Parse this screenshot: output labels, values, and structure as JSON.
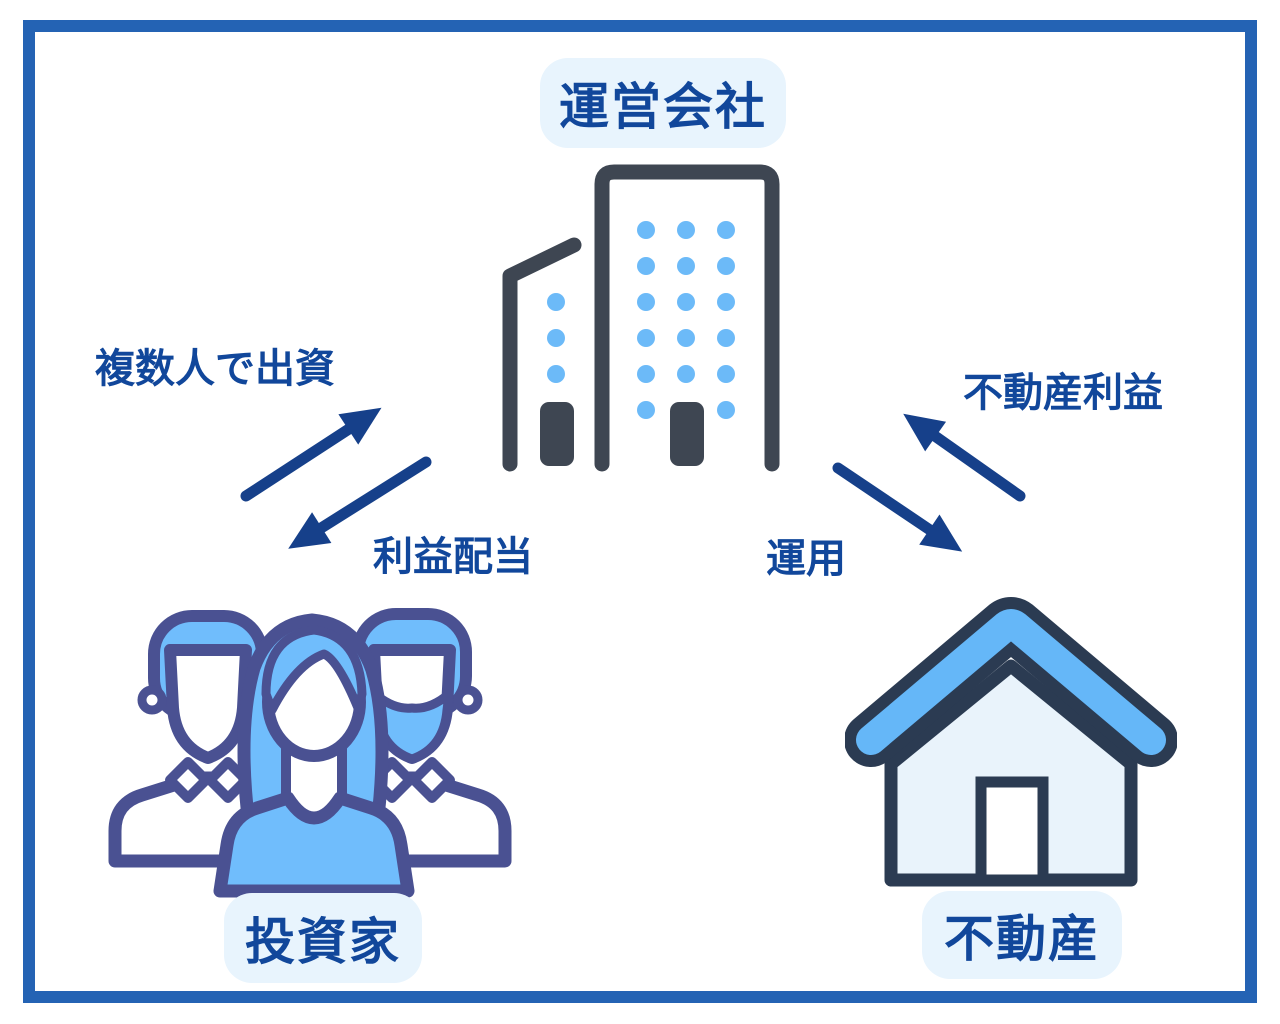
{
  "nodes": {
    "company": {
      "label": "運営会社",
      "icon": "building-icon"
    },
    "investors": {
      "label": "投資家",
      "icon": "people-icon"
    },
    "real_estate": {
      "label": "不動産",
      "icon": "house-icon"
    }
  },
  "flows": {
    "invest": {
      "label": "複数人で出資",
      "from": "investors",
      "to": "company"
    },
    "dividend": {
      "label": "利益配当",
      "from": "company",
      "to": "investors"
    },
    "operate": {
      "label": "運用",
      "from": "company",
      "to": "real_estate"
    },
    "profit": {
      "label": "不動産利益",
      "from": "real_estate",
      "to": "company"
    }
  },
  "colors": {
    "frame_border": "#2463b4",
    "label_background": "#e8f4fd",
    "label_text": "#11479b",
    "arrow": "#16408a",
    "building_dark": "#3e4652",
    "house_outline": "#2b3b52",
    "people_outline": "#4a5192",
    "accent_blue": "#70bdfc",
    "window_blue": "#6cbaf8",
    "house_body": "#e9f3fb"
  }
}
